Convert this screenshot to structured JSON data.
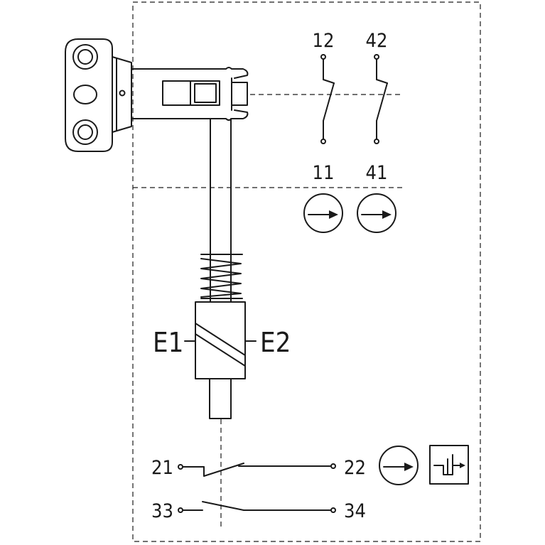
{
  "diagram": {
    "aux_contacts": {
      "top_left": "12",
      "top_right": "42",
      "bottom_left": "11",
      "bottom_right": "41"
    },
    "coil": {
      "left_terminal": "E1",
      "right_terminal": "E2"
    },
    "bottom_contacts": {
      "nc_left": "21",
      "nc_right": "22",
      "no_left": "33",
      "no_right": "34"
    }
  }
}
